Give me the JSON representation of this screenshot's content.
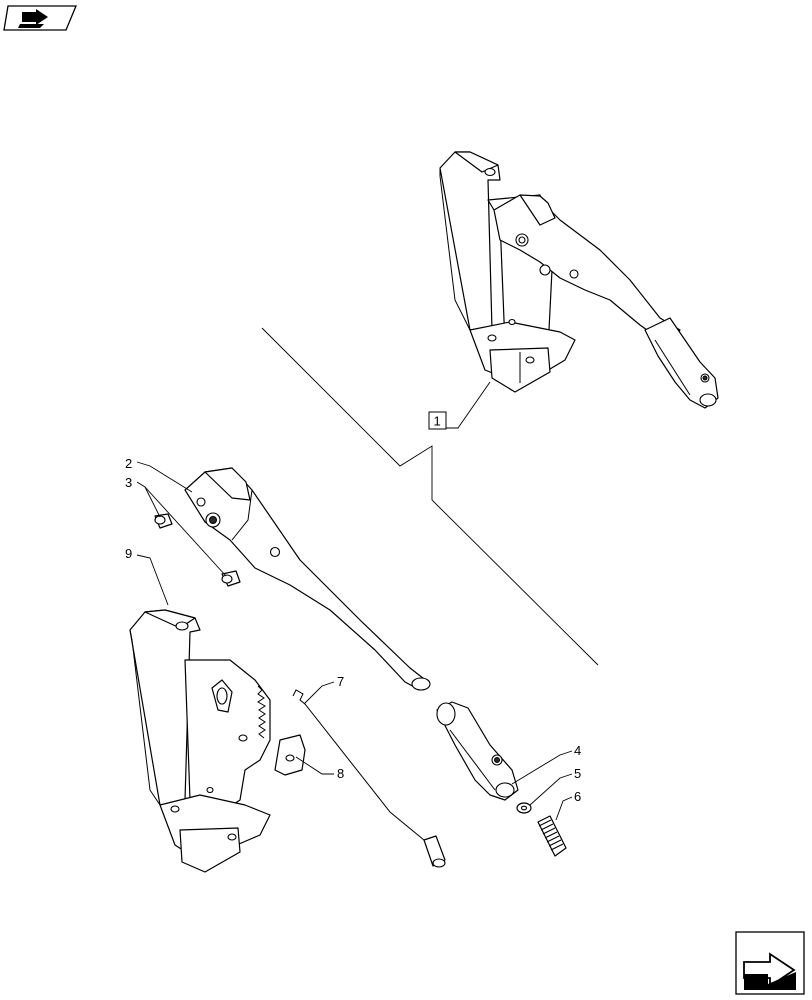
{
  "diagram": {
    "assembly_callout": "1",
    "callouts": [
      {
        "id": "2",
        "label": "2"
      },
      {
        "id": "3",
        "label": "3"
      },
      {
        "id": "4",
        "label": "4"
      },
      {
        "id": "5",
        "label": "5"
      },
      {
        "id": "6",
        "label": "6"
      },
      {
        "id": "7",
        "label": "7"
      },
      {
        "id": "8",
        "label": "8"
      },
      {
        "id": "9",
        "label": "9"
      }
    ]
  },
  "icons": {
    "top_left": "book-arrow-icon",
    "bottom_right": "next-page-arrow-icon"
  }
}
